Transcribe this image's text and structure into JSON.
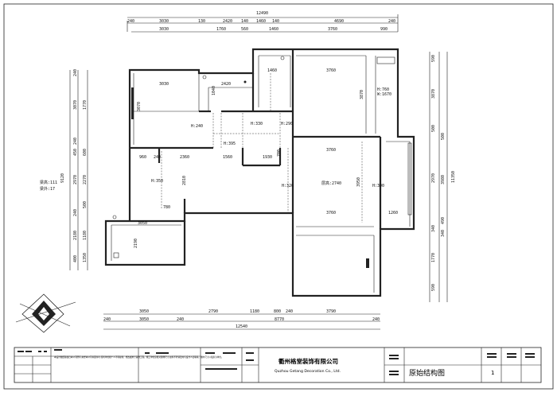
{
  "dimensions": {
    "top_total": "12490",
    "top_row1": [
      "240",
      "3030",
      "130",
      "2420",
      "140",
      "1460",
      "140",
      "4690",
      "240"
    ],
    "top_row2": [
      "3030",
      "1760",
      "560",
      "1460",
      "3760",
      "990"
    ],
    "bottom_row1": [
      "3050",
      "2790",
      "1180",
      "800",
      "240",
      "3790"
    ],
    "bottom_row2": [
      "240",
      "3050",
      "240",
      "8770",
      "240"
    ],
    "bottom_total": "12540",
    "left_total": "9120",
    "left_row1": [
      "240",
      "3070",
      "240",
      "450",
      "2970",
      "240",
      "2180",
      "400"
    ],
    "left_row2": [
      "1770",
      "600",
      "2270",
      "500",
      "1180",
      "1350"
    ],
    "right_total": "11350",
    "right_row1": [
      "590",
      "3870",
      "500",
      "2970",
      "340",
      "1770",
      "590"
    ],
    "right_row2": [
      "500",
      "3980",
      "490",
      "340"
    ]
  },
  "room_labels": {
    "r1_width": "3030",
    "r1_height": "3070",
    "r2_width": "2420",
    "r2_height": "1040",
    "r3_width": "1460",
    "r4_width": "3760",
    "r4_height": "3870",
    "r4_window": "H:760",
    "r4_sill": "W:1670",
    "h240": "H:240",
    "h330": "H:330",
    "h290": "H:290",
    "h395": "H:395",
    "dim1930": "1930",
    "dim700": "700",
    "dim960": "960",
    "dim240b": "240",
    "dim2360": "2360",
    "dim1560": "1560",
    "h350": "H:350",
    "dim2810": "2810",
    "dim780": "780",
    "h326": "H:326",
    "r5_width": "3760",
    "r5_note": "层高:2740",
    "r5_height": "3950",
    "h390": "H:390",
    "r5_bottom": "3760",
    "dim1260": "1260",
    "r6_width": "3050",
    "r6_height": "2190"
  },
  "left_notes": [
    "梁高:111",
    "梁外:17"
  ],
  "title_block": {
    "company_cn": "衢州格堂装饰有限公司",
    "company_en": "Quzhou Getang Decoration Co., Ltd.",
    "drawing_title": "原始结构图",
    "sheet_number": "1",
    "notes_text": "本设计图纸版权归本公司所有,未经本公司书面许可,任何单位和个人不得复制、修改或用于其他工程。施工单位应核对现场尺寸,如有不符请及时与设计人员联系。图中尺寸以毫米为单位。"
  }
}
